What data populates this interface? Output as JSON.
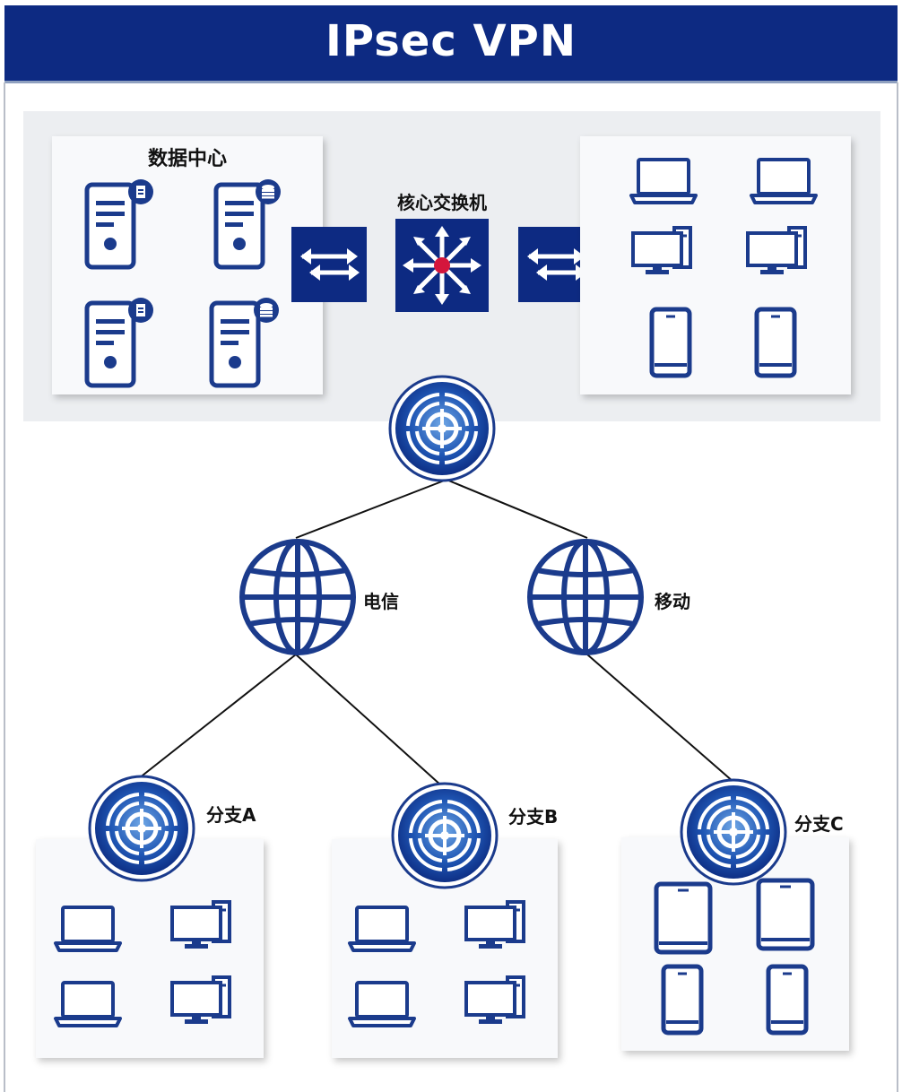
{
  "title": "IPsec VPN",
  "labels": {
    "datacenter": "数据中心",
    "core_switch": "核心交换机",
    "isp_telecom": "电信",
    "isp_mobile": "移动",
    "branch_a": "分支A",
    "branch_b": "分支B",
    "branch_c": "分支C"
  },
  "icons": {
    "server": "server-icon",
    "switch": "switch-icon",
    "core_switch": "core-switch-icon",
    "vpn_gateway": "vpn-gateway-icon",
    "globe": "globe-icon",
    "laptop": "laptop-icon",
    "desktop": "desktop-icon",
    "phone": "phone-icon",
    "tablet": "tablet-icon"
  },
  "colors": {
    "primary_blue": "#0d2a82",
    "icon_blue": "#1b3b8c",
    "accent_red": "#d4163c",
    "panel_gray": "#eef0f3"
  }
}
